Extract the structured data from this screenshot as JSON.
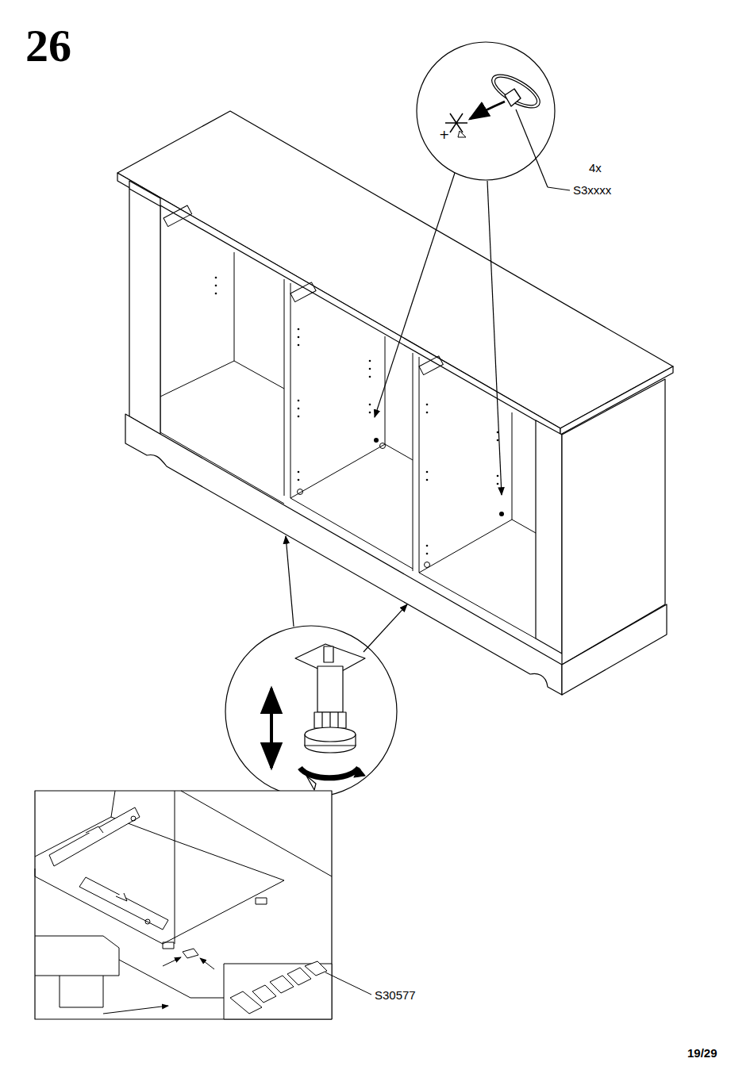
{
  "diagram": {
    "labels": [
      "26",
      "4x",
      "S3xxxx",
      "S30577",
      "19/29"
    ]
  }
}
